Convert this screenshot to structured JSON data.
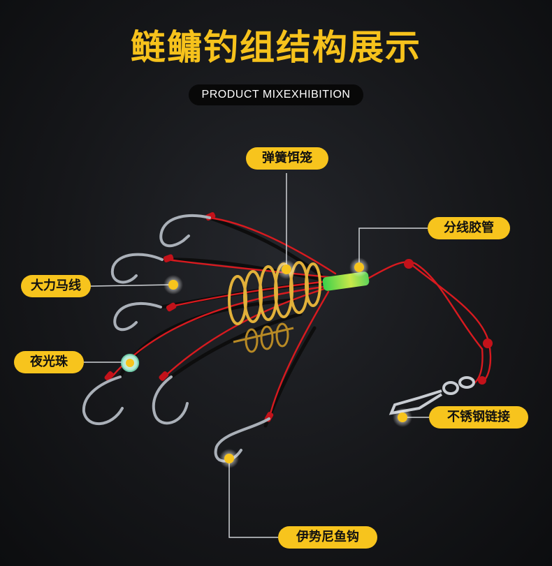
{
  "page": {
    "title": "鲢鳙钓组结构展示",
    "subtitle": "PRODUCT MIXEXHIBITION"
  },
  "labels": {
    "spring_cage": "弹簧饵笼",
    "sleeve_tube": "分线胶管",
    "strong_line": "大力马线",
    "luminous_bead": "夜光珠",
    "steel_swivel": "不锈钢链接",
    "iseni_hook": "伊势尼鱼钩"
  },
  "colors": {
    "accent": "#f7c41d",
    "line_red": "#d81a1f",
    "line_black": "#111111",
    "hook_metal": "#aab0b8",
    "spring_gold": "#e2b13a",
    "bead_glow": "#8fe0c0"
  }
}
